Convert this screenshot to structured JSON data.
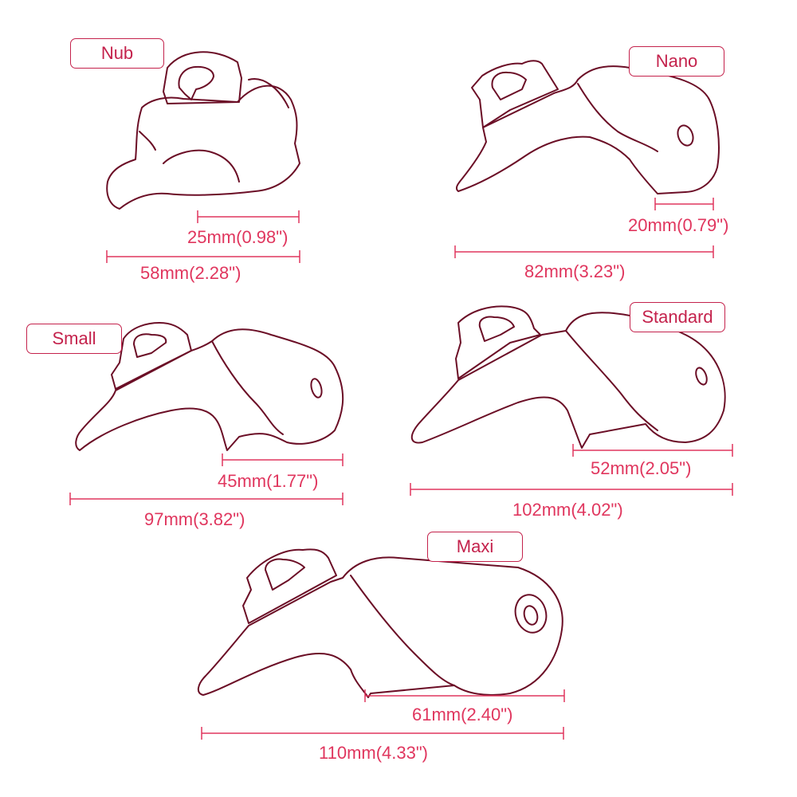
{
  "colors": {
    "label_border": "#c4224c",
    "label_text": "#c4224c",
    "dimension_text": "#e0365e",
    "outline": "#6b0e26",
    "background": "#ffffff"
  },
  "sizes": [
    {
      "name": "Nub",
      "inner_length": "25mm(0.98\")",
      "total_length": "58mm(2.28\")"
    },
    {
      "name": "Nano",
      "inner_length": "20mm(0.79\")",
      "total_length": "82mm(3.23\")"
    },
    {
      "name": "Small",
      "inner_length": "45mm(1.77\")",
      "total_length": "97mm(3.82\")"
    },
    {
      "name": "Standard",
      "inner_length": "52mm(2.05\")",
      "total_length": "102mm(4.02\")"
    },
    {
      "name": "Maxi",
      "inner_length": "61mm(2.40\")",
      "total_length": "110mm(4.33\")"
    }
  ]
}
